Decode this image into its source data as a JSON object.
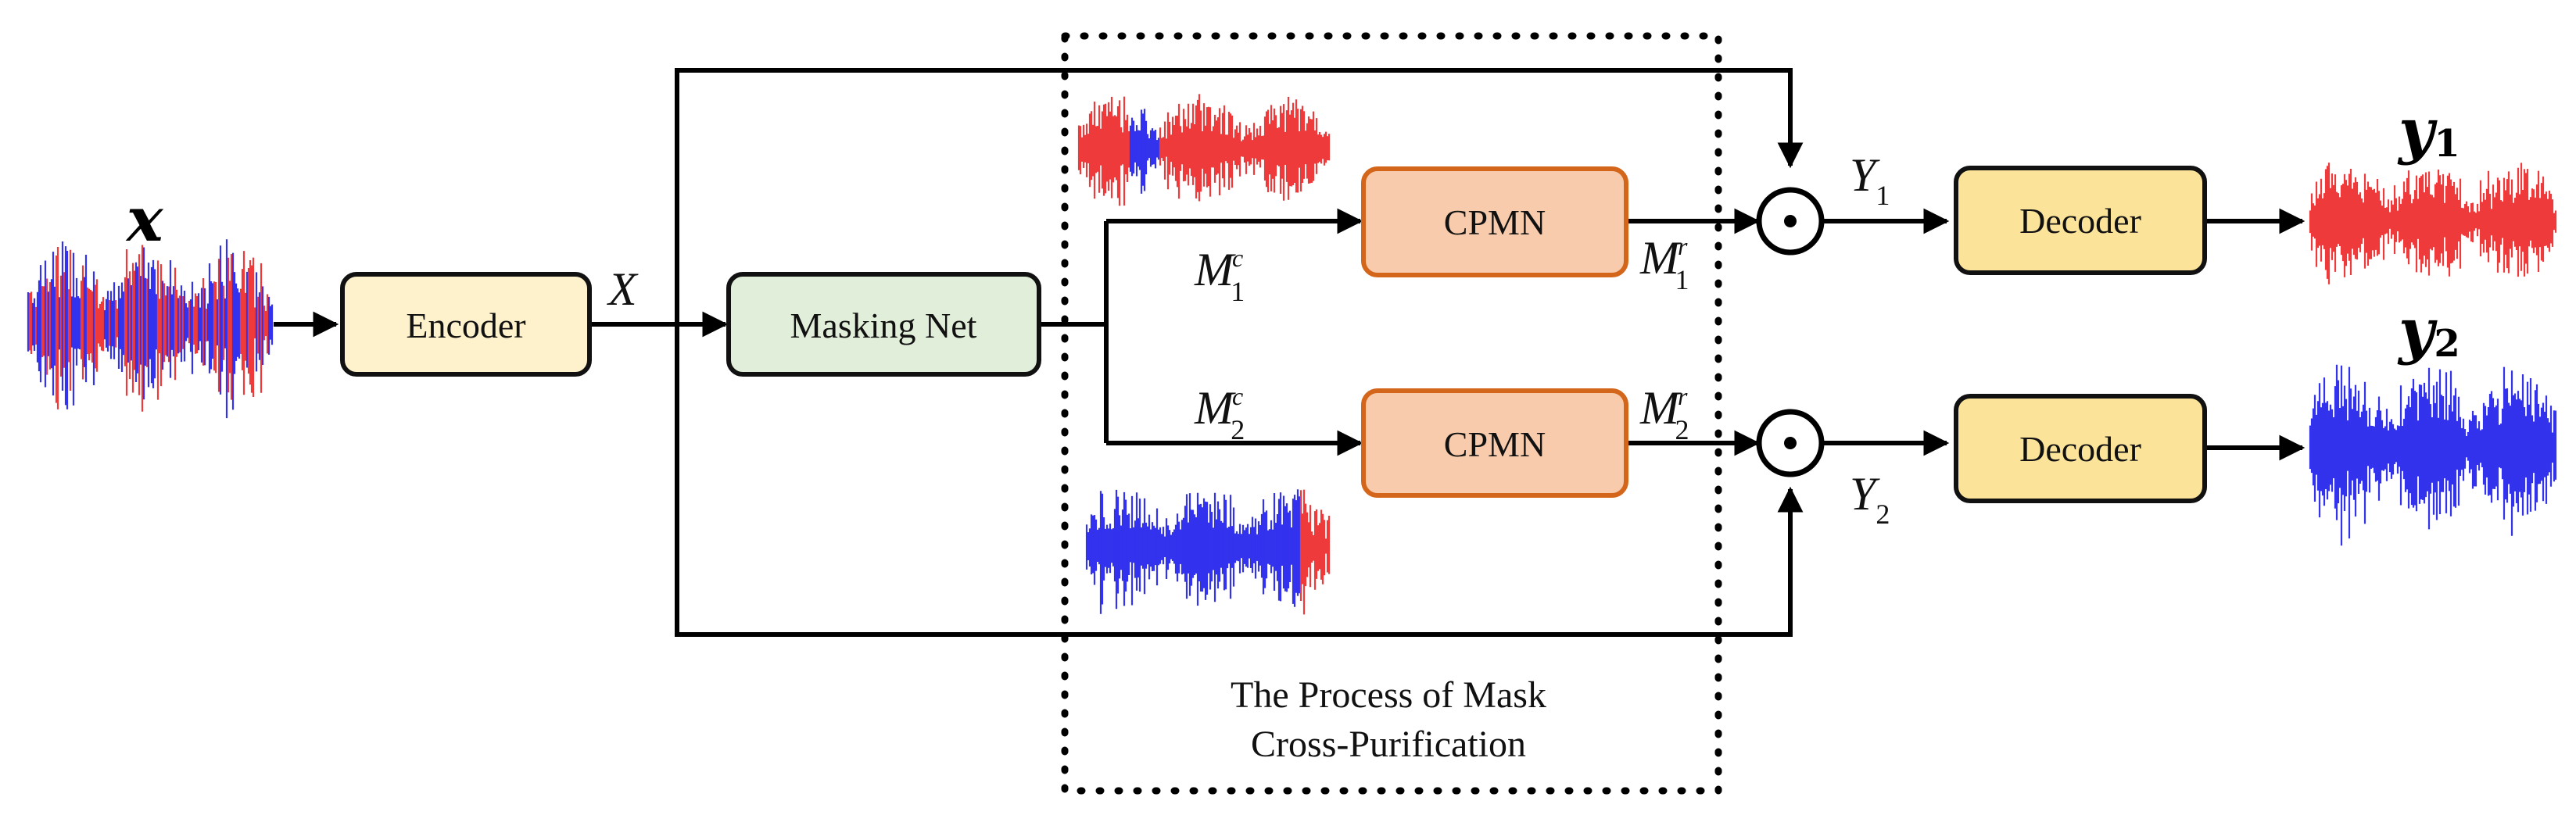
{
  "input": {
    "signal_label": "x"
  },
  "encoder": {
    "label": "Encoder"
  },
  "encoded": {
    "label": "X"
  },
  "masking_net": {
    "label": "Masking Net"
  },
  "masks": {
    "m1c": {
      "base": "M",
      "sub": "1",
      "sup": "c"
    },
    "m2c": {
      "base": "M",
      "sub": "2",
      "sup": "c"
    },
    "m1r": {
      "base": "M",
      "sub": "1",
      "sup": "r"
    },
    "m2r": {
      "base": "M",
      "sub": "2",
      "sup": "r"
    }
  },
  "cpmn": [
    {
      "label": "CPMN"
    },
    {
      "label": "CPMN"
    }
  ],
  "multiply": {
    "symbol": "⊙"
  },
  "outputs": {
    "y1": {
      "base": "Y",
      "sub": "1"
    },
    "y2": {
      "base": "Y",
      "sub": "2"
    }
  },
  "decoders": [
    {
      "label": "Decoder"
    },
    {
      "label": "Decoder"
    }
  ],
  "separated": {
    "s1": {
      "base": "y",
      "sub": "1"
    },
    "s2": {
      "base": "y",
      "sub": "2"
    }
  },
  "caption": {
    "line1": "The Process of Mask",
    "line2": "Cross-Purification"
  },
  "colors": {
    "encoder_fill": "#fdf2cc",
    "masking_fill": "#e1eed9",
    "cpmn_fill": "#f7cbac",
    "cpmn_stroke": "#d4661b",
    "decoder_fill": "#fbe39a",
    "wave_red": "#ee3a3a",
    "wave_blue": "#3333ee"
  }
}
